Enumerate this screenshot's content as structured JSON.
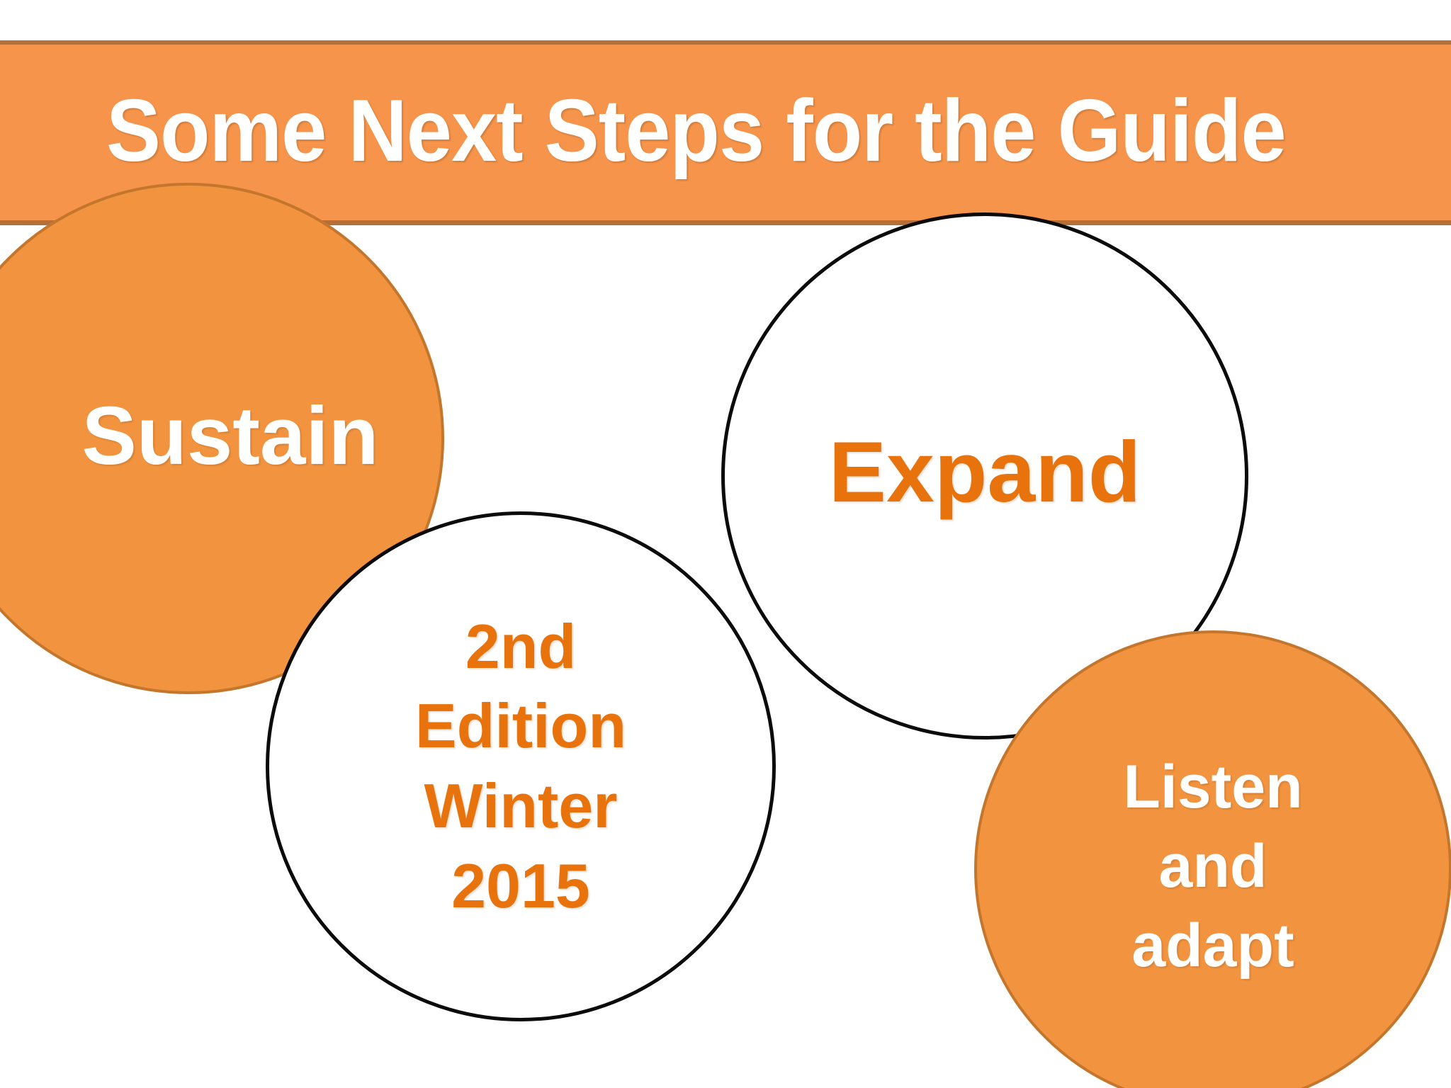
{
  "slide": {
    "title": "Some Next Steps for the Guide",
    "background_color": "#FFFFFF"
  },
  "theme": {
    "banner_fill": "#F5944A",
    "banner_border": "#B5703A",
    "circle_fill": "#F2943F",
    "circle_fill_border": "#C4762C",
    "circle_outline_border": "#0B0B0B",
    "text_white": "#FFFFFF",
    "text_orange": "#E8730C"
  },
  "circles": [
    {
      "id": "sustain",
      "label": "Sustain",
      "style": "filled",
      "text_color": "#FFFFFF"
    },
    {
      "id": "expand",
      "label": "Expand",
      "style": "outline",
      "text_color": "#E8730C"
    },
    {
      "id": "edition",
      "label": "2nd Edition Winter 2015",
      "lines": [
        "2nd",
        "Edition",
        "Winter",
        "2015"
      ],
      "style": "outline",
      "text_color": "#E8730C"
    },
    {
      "id": "listen",
      "label": "Listen and adapt",
      "lines": [
        "Listen",
        "and",
        "adapt"
      ],
      "style": "filled",
      "text_color": "#FFFFFF"
    }
  ]
}
